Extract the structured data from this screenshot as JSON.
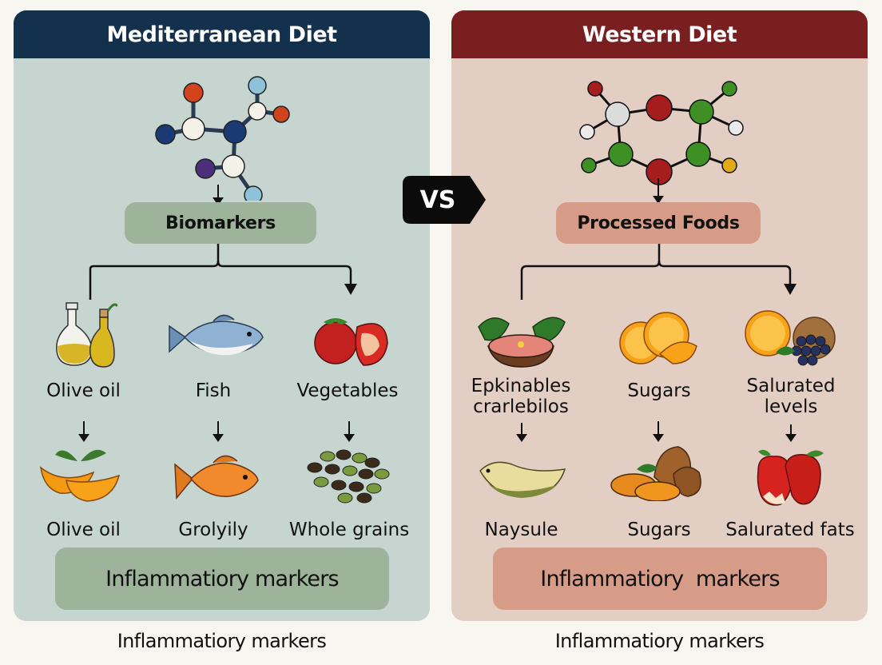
{
  "vs_badge": "VS",
  "colors": {
    "med_header": "#13304d",
    "med_panel": "#c7d5d1",
    "med_pill": "#9db39a",
    "west_header": "#7a1f1f",
    "west_panel": "#e3cec3",
    "west_pill": "#d79c87",
    "page_bg": "#f7f6f1"
  },
  "mediterranean": {
    "title": "Mediterranean Diet",
    "molecule_icon": "molecule-icon",
    "hub": "Biomarkers",
    "row1": [
      {
        "label": "Olive oil",
        "icon": "olive-oil-bottles-icon"
      },
      {
        "label": "Fish",
        "icon": "fish-icon"
      },
      {
        "label": "Vegetables",
        "icon": "tomato-icon"
      }
    ],
    "row2": [
      {
        "label": "Olive oil",
        "icon": "orange-slices-icon"
      },
      {
        "label": "Grolyily",
        "icon": "orange-fish-icon"
      },
      {
        "label": "Whole grains",
        "icon": "beans-icon"
      }
    ],
    "outcome": "Inflammatiory markers",
    "caption": "Inflammatiory markers"
  },
  "western": {
    "title": "Western Diet",
    "molecule_icon": "molecule-ring-icon",
    "hub": "Processed Foods",
    "row1": [
      {
        "label_line1": "Epkinables",
        "label_line2": "crarlebilos",
        "icon": "grapefruit-icon"
      },
      {
        "label": "Sugars",
        "icon": "orange-slices-icon"
      },
      {
        "label_line1": "Salurated",
        "label_line2": "levels",
        "icon": "orange-berries-icon"
      }
    ],
    "row2": [
      {
        "label": "Naysule",
        "icon": "fish-fillet-icon"
      },
      {
        "label": "Sugars",
        "icon": "sweet-potato-icon"
      },
      {
        "label": "Salurated fats",
        "icon": "apples-icon"
      }
    ],
    "outcome": "Inflammatiory  markers",
    "caption": "Inflammatiory markers"
  }
}
